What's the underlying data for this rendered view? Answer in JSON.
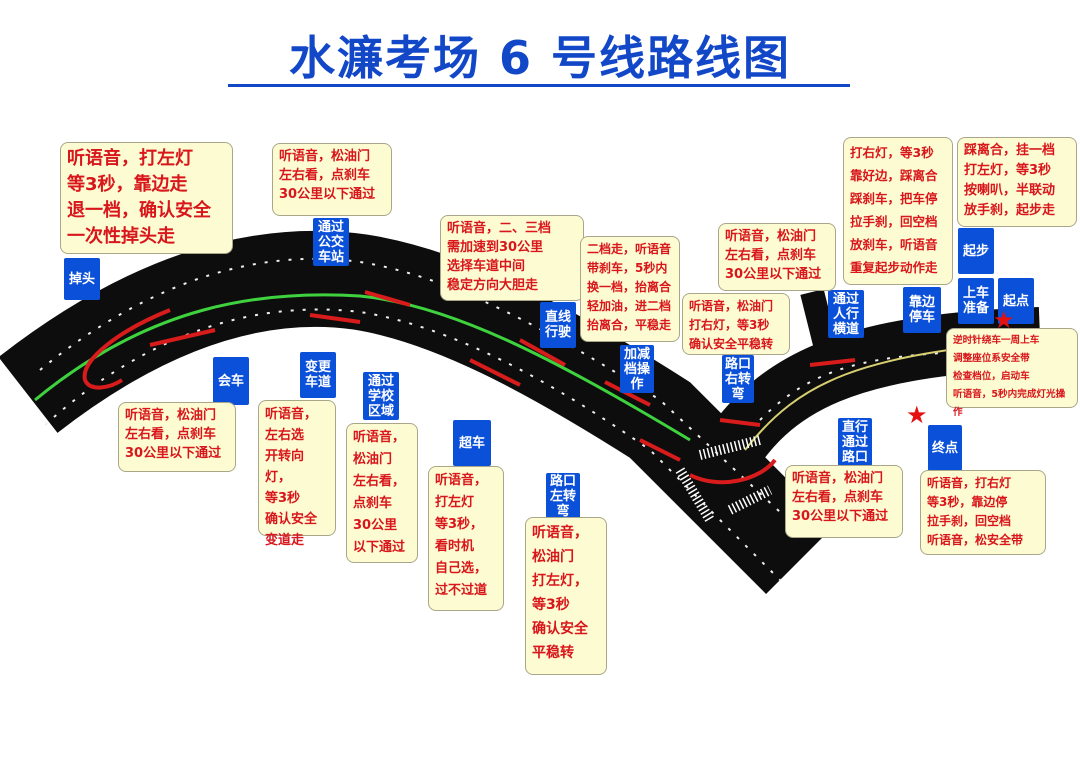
{
  "title": "水濂考场 6 号线路线图",
  "colors": {
    "title": "#1248c8",
    "label_bg": "#0b50d8",
    "note_bg": "#fdfbd2",
    "note_text": "#d8161b",
    "road": "#0d0d0d",
    "route_arrow": "#d81b1b",
    "center_line": "#3fd23f"
  },
  "labels": {
    "u_turn": "掉头",
    "bus_stop": "通过\n公交\n车站",
    "meeting": "会车",
    "lane_change": "变更\n车道",
    "school": "通过\n学校\n区域",
    "overtake": "超车",
    "straight": "直线\n行驶",
    "gear": "加减\n档操\n作",
    "right_turn": "路口\n右转\n弯",
    "crosswalk": "通过\n人行\n横道",
    "pull_over": "靠边\n停车",
    "start_off": "起步",
    "prepare": "上车\n准备",
    "start_point": "起点",
    "straight_intersection": "直行\n通过\n路口",
    "left_turn": "路口\n左转\n弯",
    "end_point": "终点"
  },
  "notes": {
    "u_turn": "听语音，打左灯\n等3秒，靠边走\n退一档，确认安全\n一次性掉头走",
    "bus_stop": "听语音，松油门\n左右看，点刹车\n30公里以下通过",
    "straight": "听语音，二、三档\n需加速到30公里\n选择车道中间\n稳定方向大胆走",
    "gear": "二档走，听语音\n带刹车，5秒内\n换一档，抬离合\n轻加油，进二档\n抬离合，平稳走",
    "crosswalk": "听语音，松油门\n左右看，点刹车\n30公里以下通过",
    "right_turn": "听语音，松油门\n打右灯，等3秒\n确认安全平稳转",
    "pull_over": "打右灯，等3秒\n靠好边，踩离合\n踩刹车，把车停\n拉手刹，回空档\n放刹车，听语音\n重复起步动作走",
    "start_off": "踩离合，挂一档\n打左灯，等3秒\n按喇叭，半联动\n放手刹，起步走",
    "prepare": "逆时针绕车一周上车\n调整座位系安全带\n检查档位，启动车\n听语音，5秒内完成灯光操作",
    "meeting": "听语音，松油门\n左右看，点刹车\n30公里以下通过",
    "lane_change": "听语音，\n左右选\n开转向灯，\n等3秒\n确认安全\n变道走",
    "school": "听语音，\n松油门\n左右看，\n点刹车\n30公里\n以下通过",
    "overtake": "听语音，\n打左灯\n等3秒，\n看时机\n自己选，\n过不过道",
    "left_turn": "听语音，\n松油门\n打左灯，\n等3秒\n确认安全\n平稳转",
    "straight_intersection": "听语音，松油门\n左右看，点刹车\n30公里以下通过",
    "end_point": "听语音，打右灯\n等3秒，靠边停\n拉手刹，回空档\n听语音，松安全带"
  }
}
